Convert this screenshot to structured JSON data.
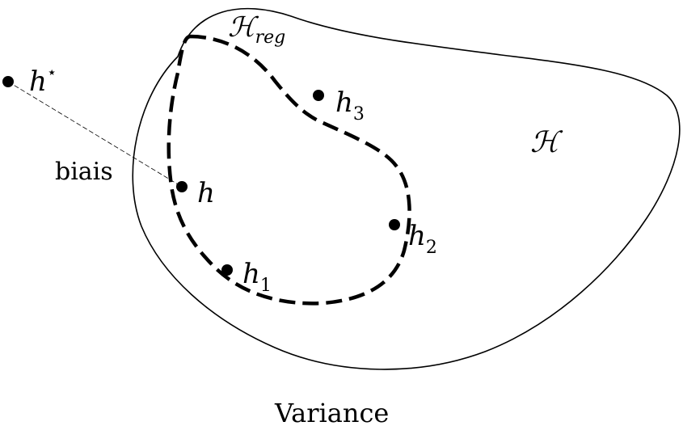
{
  "labels": {
    "h_star": {
      "base": "h",
      "sup": "⋆"
    },
    "h": {
      "base": "h"
    },
    "h1": {
      "base": "h",
      "sub": "1"
    },
    "h2": {
      "base": "h",
      "sub": "2"
    },
    "h3": {
      "base": "h",
      "sub": "3"
    },
    "h_reg_set": {
      "base": "ℋ",
      "sub": "reg"
    },
    "h_set": {
      "base": "ℋ"
    },
    "bias": "biais",
    "variance": "Variance"
  },
  "colors": {
    "ink": "#000000",
    "background": "#ffffff"
  }
}
